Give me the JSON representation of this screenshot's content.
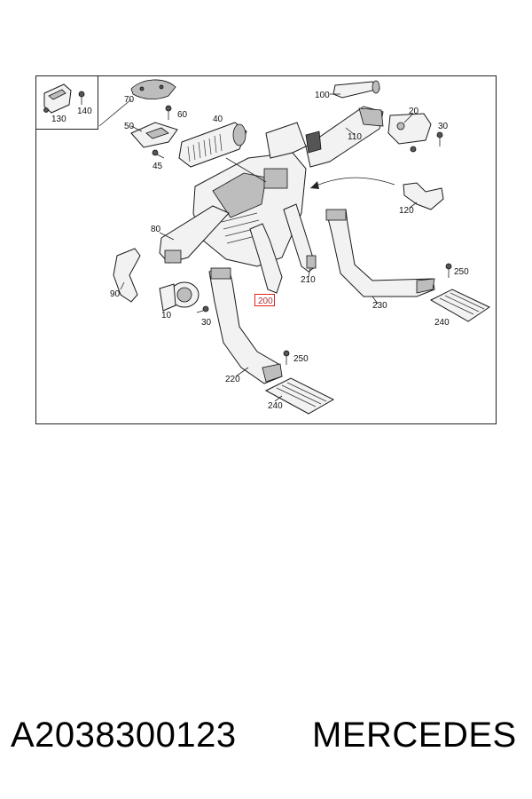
{
  "diagram": {
    "callouts": {
      "c10": "10",
      "c20": "20",
      "c30a": "30",
      "c30b": "30",
      "c40": "40",
      "c45": "45",
      "c50": "50",
      "c60": "60",
      "c70": "70",
      "c80": "80",
      "c90": "90",
      "c100": "100",
      "c110": "110",
      "c120": "120",
      "c130": "130",
      "c140": "140",
      "c200": "200",
      "c210": "210",
      "c220": "220",
      "c230": "230",
      "c240a": "240",
      "c240b": "240",
      "c250a": "250",
      "c250b": "250"
    },
    "highlight_color": "#e02020"
  },
  "caption": {
    "part_number": "A2038300123",
    "brand": "MERCEDES"
  }
}
